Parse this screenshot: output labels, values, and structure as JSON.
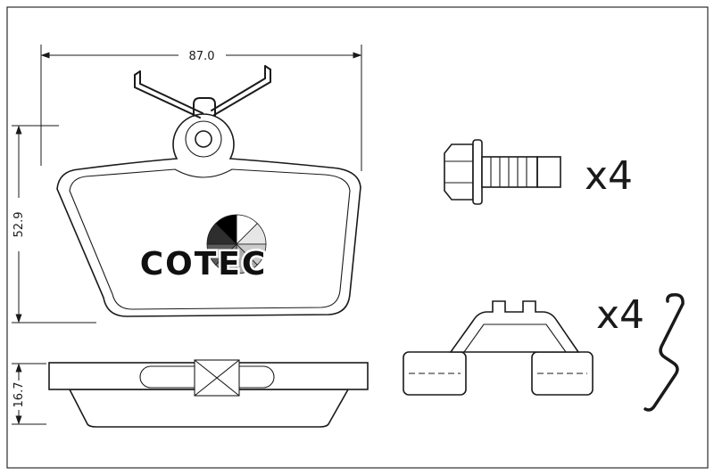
{
  "colors": {
    "pad_fill": "#f5dcc2",
    "line": "#1a1a1a",
    "metal_gray": "#a8a8a8"
  },
  "dimensions": {
    "width": "87.0",
    "height": "52.9",
    "thickness": "16.7"
  },
  "brand": {
    "name": "COTEC"
  },
  "parts": {
    "bolt": {
      "qty": "x4"
    },
    "clip": {
      "qty": "x4"
    }
  }
}
